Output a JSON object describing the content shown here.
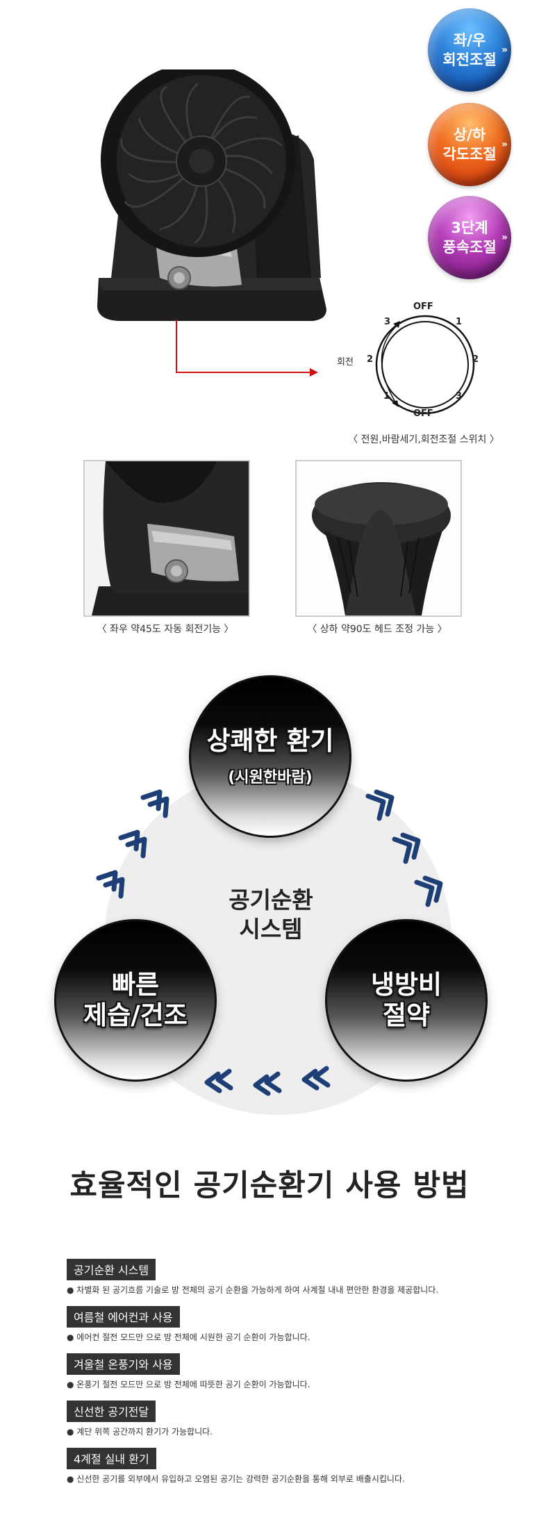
{
  "badges": [
    {
      "line1": "좌/우",
      "line2": "회전조절",
      "color_top": "#41a6f0",
      "color_bottom": "#0e3f9c"
    },
    {
      "line1": "상/하",
      "line2": "각도조절",
      "color_top": "#ff9a36",
      "color_bottom": "#d9320e"
    },
    {
      "line1": "3단계",
      "line2": "풍속조절",
      "color_top": "#dd6be0",
      "color_bottom": "#78157d"
    }
  ],
  "switch": {
    "off_top": "OFF",
    "off_bottom": "OFF",
    "left_3": "3",
    "left_2": "2",
    "left_1": "1",
    "right_1": "1",
    "right_2": "2",
    "right_3": "3",
    "rotation_label": "회전",
    "caption": "〈 전원,바람세기,회전조절 스위치 〉"
  },
  "photos": {
    "left_caption": "〈 좌우 약45도 자동 회전기능 〉",
    "right_caption": "〈 상하 약90도 헤드 조정 가능 〉"
  },
  "cycle": {
    "center_line1": "공기순환",
    "center_line2": "시스템",
    "top_title": "상쾌한 환기",
    "top_sub": "(시원한바람)",
    "left_line1": "빠른",
    "left_line2": "제습/건조",
    "right_line1": "냉방비",
    "right_line2": "절약",
    "arrow_color": "#1d3f76"
  },
  "usage": {
    "title": "효율적인 공기순환기 사용 방법",
    "items": [
      {
        "tag": "공기순환 시스템",
        "desc": "● 차별화 된 공기흐름 기술로 방 전체의 공기 순환을 가능하게 하여 사계절 내내 편안한 환경을 제공합니다."
      },
      {
        "tag": "여름철 에어컨과 사용",
        "desc": "● 에어컨 절전 모드만 으로 방 전체에 시원한 공기 순환이 가능합니다."
      },
      {
        "tag": "겨울철 온풍기와 사용",
        "desc": "● 온풍기 절전 모드만 으로 방 전체에 따뜻한 공기 순환이 가능합니다."
      },
      {
        "tag": "신선한 공기전달",
        "desc": "● 계단 위쪽 공간까지 환기가 가능합니다."
      },
      {
        "tag": "4계절 실내 환기",
        "desc": "● 신선한 공기를 외부에서 유입하고 오염된 공기는 강력한 공기순환을 통해 외부로 배출시킵니다."
      }
    ]
  }
}
